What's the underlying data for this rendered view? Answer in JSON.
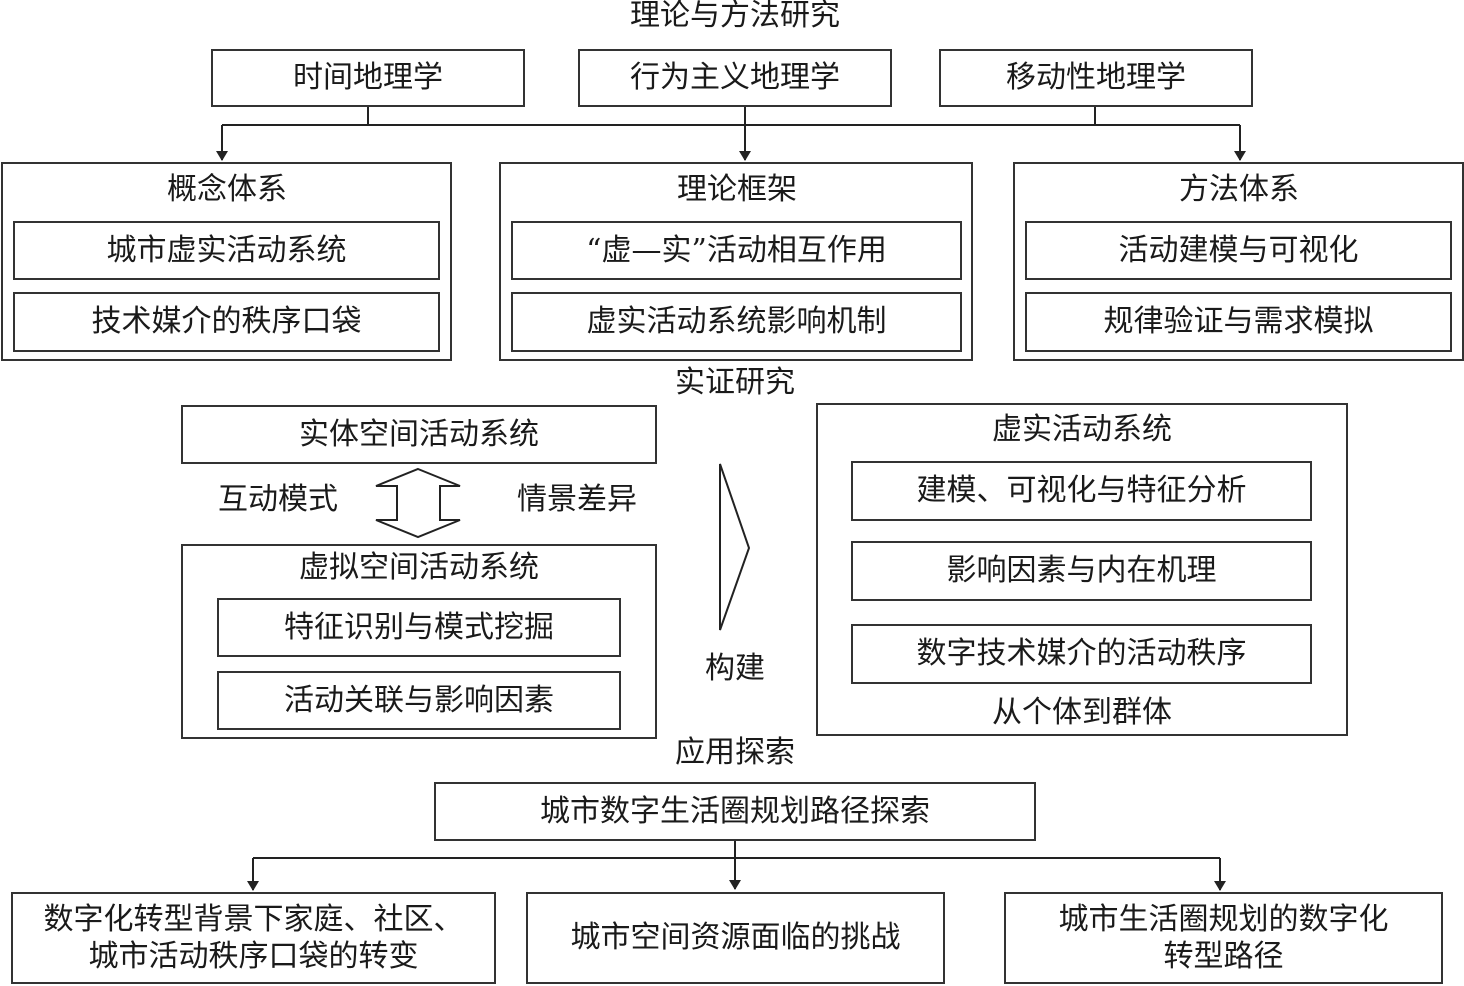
{
  "sections": {
    "theory": "理论与方法研究",
    "empirical": "实证研究",
    "application": "应用探索"
  },
  "theory_sources": [
    "时间地理学",
    "行为主义地理学",
    "移动性地理学"
  ],
  "theory_groups": [
    {
      "title": "概念体系",
      "items": [
        "城市虚实活动系统",
        "技术媒介的秩序口袋"
      ]
    },
    {
      "title": "理论框架",
      "items": [
        "“虚—实”活动相互作用",
        "虚实活动系统影响机制"
      ]
    },
    {
      "title": "方法体系",
      "items": [
        "活动建模与可视化",
        "规律验证与需求模拟"
      ]
    }
  ],
  "empirical": {
    "physical_system": "实体空间活动系统",
    "interaction_label": "互动模式",
    "context_label": "情景差异",
    "virtual_system": {
      "title": "虚拟空间活动系统",
      "items": [
        "特征识别与模式挖掘",
        "活动关联与影响因素"
      ]
    },
    "build_label": "构建",
    "hybrid_system": {
      "title": "虚实活动系统",
      "items": [
        "建模、可视化与特征分析",
        "影响因素与内在机理",
        "数字技术媒介的活动秩序"
      ],
      "footer": "从个体到群体"
    }
  },
  "application": {
    "main": "城市数字生活圈规划路径探索",
    "outputs": [
      "数字化转型背景下家庭、社区、城市活动秩序口袋的转变",
      "城市空间资源面临的挑战",
      "城市生活圈规划的数字化转型路径"
    ],
    "output_lines": [
      [
        "数字化转型背景下家庭、社区、",
        "城市活动秩序口袋的转变"
      ],
      [
        "城市空间资源面临的挑战"
      ],
      [
        "城市生活圈规划的数字化",
        "转型路径"
      ]
    ]
  }
}
